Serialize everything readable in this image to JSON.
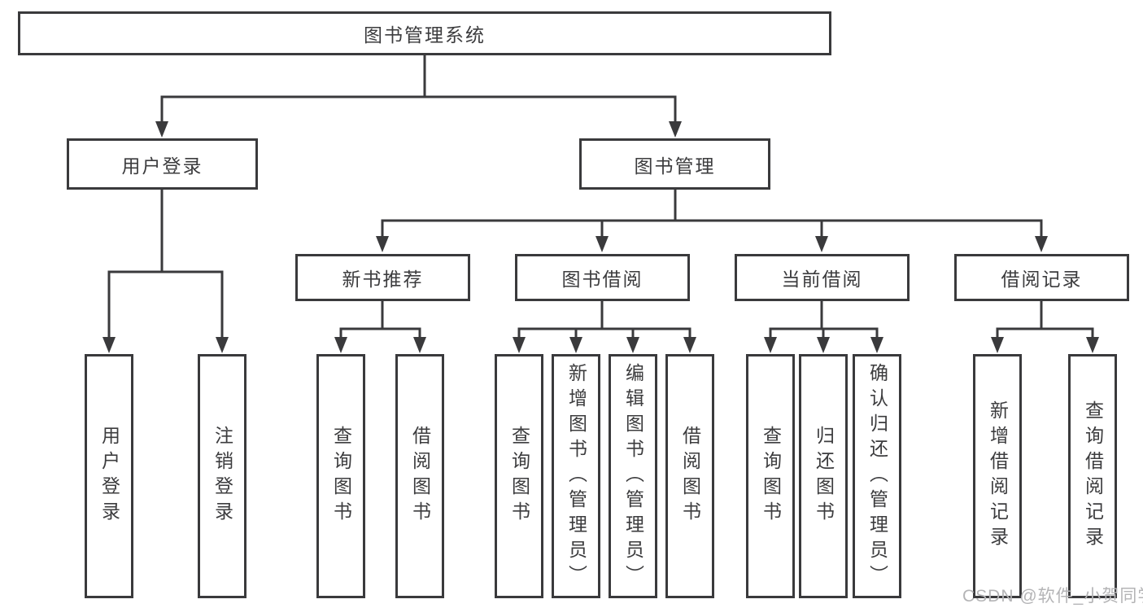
{
  "colors": {
    "line": "#3a3a3c",
    "text": "#3c3c3e",
    "watermark": "#b4b4b6",
    "background": "#ffffff"
  },
  "tree": {
    "root": {
      "label": "图书管理系统"
    },
    "children": [
      {
        "label": "用户登录",
        "children": [
          {
            "label": "用户登录"
          },
          {
            "label": "注销登录"
          }
        ]
      },
      {
        "label": "图书管理",
        "children": [
          {
            "label": "新书推荐",
            "children": [
              {
                "label": "查询图书"
              },
              {
                "label": "借阅图书"
              }
            ]
          },
          {
            "label": "图书借阅",
            "children": [
              {
                "label": "查询图书"
              },
              {
                "label": "新增图书（管理员）"
              },
              {
                "label": "编辑图书（管理员）"
              },
              {
                "label": "借阅图书"
              }
            ]
          },
          {
            "label": "当前借阅",
            "children": [
              {
                "label": "查询图书"
              },
              {
                "label": "归还图书"
              },
              {
                "label": "确认归还（管理员）"
              }
            ]
          },
          {
            "label": "借阅记录",
            "children": [
              {
                "label": "新增借阅记录"
              },
              {
                "label": "查询借阅记录"
              }
            ]
          }
        ]
      }
    ]
  },
  "watermark": {
    "text": "CSDN @软件_小贺同学"
  }
}
